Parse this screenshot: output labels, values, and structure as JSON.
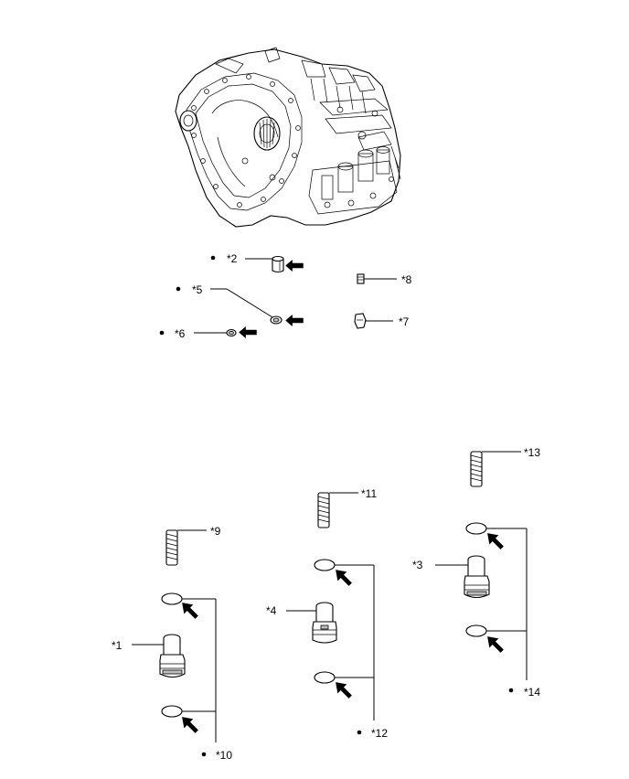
{
  "callouts": {
    "c1": "*1",
    "c2": "*2",
    "c3": "*3",
    "c4": "*4",
    "c5": "*5",
    "c6": "*6",
    "c7": "*7",
    "c8": "*8",
    "c9": "*9",
    "c10": "*10",
    "c11": "*11",
    "c12": "*12",
    "c13": "*13",
    "c14": "*14"
  }
}
